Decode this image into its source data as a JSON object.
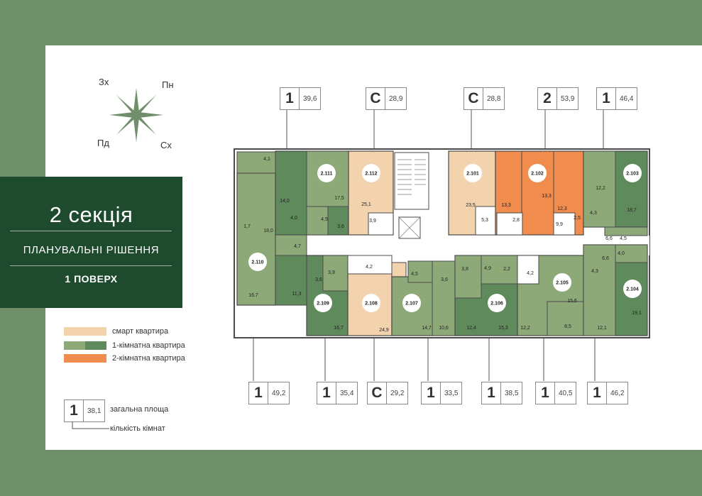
{
  "colors": {
    "frame": "#6f8f6a",
    "title_bg": "#1e4a2e",
    "smart": "#f2d3ae",
    "one_room_a": "#8ea978",
    "one_room_b": "#5f8a5b",
    "two_room": "#ef8c4e",
    "wall": "#4a4a4a",
    "corridor": "#ffffff"
  },
  "header": {
    "section": "2 секція",
    "subtitle": "ПЛАНУВАЛЬНІ РІШЕННЯ",
    "floor": "1 ПОВЕРХ"
  },
  "compass": {
    "nw": "Зх",
    "ne": "Пн",
    "sw": "Пд",
    "se": "Сх"
  },
  "legend": {
    "smart": "смарт квартира",
    "one_room": "1-кімнатна квартира",
    "two_room": "2-кімнатна квартира",
    "key_rooms": "1",
    "key_area": "38,1",
    "key_area_label": "загальна площа",
    "key_rooms_label": "кількість кімнат"
  },
  "tags": {
    "top": [
      {
        "rooms": "1",
        "area": "39,6"
      },
      {
        "rooms": "С",
        "area": "28,9"
      },
      {
        "rooms": "С",
        "area": "28,8"
      },
      {
        "rooms": "2",
        "area": "53,9"
      },
      {
        "rooms": "1",
        "area": "46,4"
      }
    ],
    "bottom": [
      {
        "rooms": "1",
        "area": "49,2"
      },
      {
        "rooms": "1",
        "area": "35,4"
      },
      {
        "rooms": "С",
        "area": "29,2"
      },
      {
        "rooms": "1",
        "area": "33,5"
      },
      {
        "rooms": "1",
        "area": "38,5"
      },
      {
        "rooms": "1",
        "area": "40,5"
      },
      {
        "rooms": "1",
        "area": "46,2"
      }
    ]
  },
  "apartments": [
    {
      "id": "2.111"
    },
    {
      "id": "2.112"
    },
    {
      "id": "2.101"
    },
    {
      "id": "2.102"
    },
    {
      "id": "2.103"
    },
    {
      "id": "2.110"
    },
    {
      "id": "2.109"
    },
    {
      "id": "2.108"
    },
    {
      "id": "2.107"
    },
    {
      "id": "2.106"
    },
    {
      "id": "2.105"
    },
    {
      "id": "2.104"
    }
  ],
  "room_areas": [
    "4,1",
    "14,0",
    "17,5",
    "4,0",
    "4,5",
    "3,6",
    "1,7",
    "18,0",
    "4,7",
    "25,1",
    "3,9",
    "23,5",
    "5,3",
    "13,3",
    "2,8",
    "13,3",
    "12,3",
    "9,9",
    "2,5",
    "12,2",
    "4,3",
    "18,7",
    "6,6",
    "4,5",
    "6,6",
    "4,0",
    "4,3",
    "3,9",
    "3,6",
    "16,7",
    "11,3",
    "4,2",
    "24,9",
    "4,5",
    "3,6",
    "14,7",
    "10,6",
    "3,8",
    "4,9",
    "2,2",
    "12,4",
    "15,3",
    "4,2",
    "12,2",
    "15,6",
    "8,5",
    "12,1",
    "19,1",
    "16,7"
  ]
}
